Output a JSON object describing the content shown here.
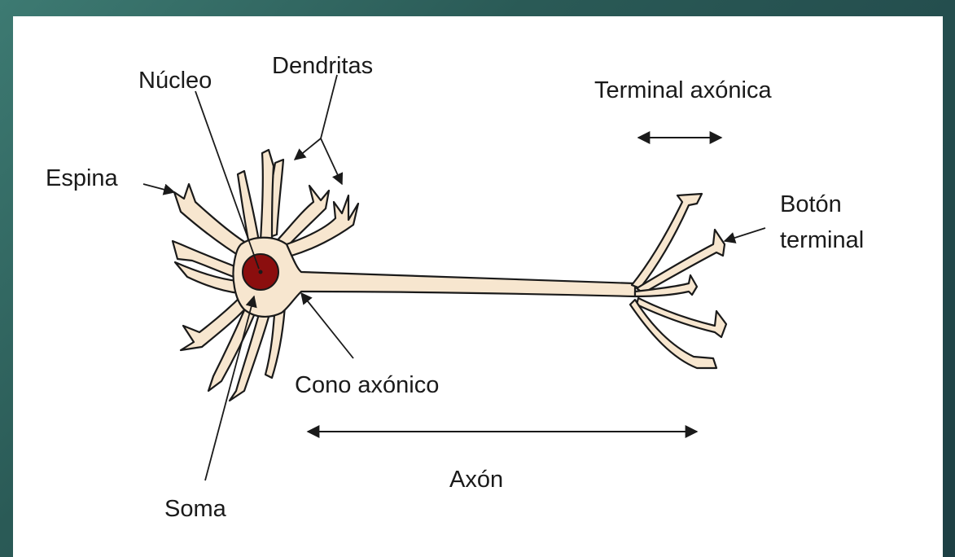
{
  "diagram": {
    "labels": {
      "nucleo": "Núcleo",
      "dendritas": "Dendritas",
      "terminal_axonica": "Terminal axónica",
      "espina": "Espina",
      "boton_terminal_line1": "Botón",
      "boton_terminal_line2": "terminal",
      "cono_axonico": "Cono axónico",
      "axon": "Axón",
      "soma": "Soma"
    },
    "colors": {
      "background_gradient": [
        "#3d7a72",
        "#1d3f44"
      ],
      "panel": "#ffffff",
      "neuron_fill": "#f7e6cf",
      "nucleus": "#8b0e0e",
      "outline": "#1a1a1a"
    }
  }
}
